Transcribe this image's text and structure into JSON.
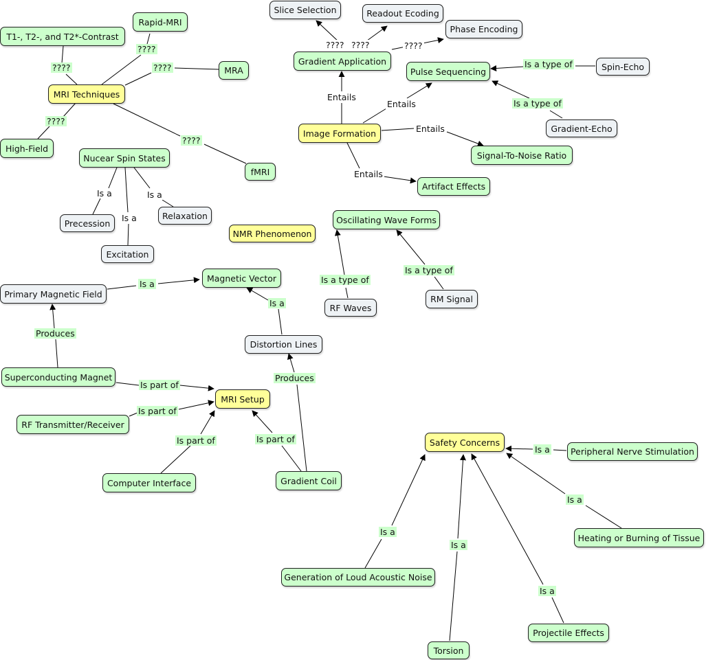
{
  "nodes": {
    "t1t2": "T1-, T2-, and T2*-Contrast",
    "rapid_mri": "Rapid-MRI",
    "mra": "MRA",
    "mri_techniques": "MRI Techniques",
    "high_field": "High-Field",
    "fmri": "fMRI",
    "nuclear_spin": "Nucear Spin States",
    "precession": "Precession",
    "relaxation": "Relaxation",
    "excitation": "Excitation",
    "nmr": "NMR Phenomenon",
    "slice_selection": "Slice Selection",
    "readout": "Readout Ecoding",
    "phase_encoding": "Phase Encoding",
    "gradient_app": "Gradient Application",
    "pulse_seq": "Pulse Sequencing",
    "spin_echo": "Spin-Echo",
    "gradient_echo": "Gradient-Echo",
    "image_formation": "Image Formation",
    "snr": "Signal-To-Noise Ratio",
    "artifact": "Artifact Effects",
    "oscillating": "Oscillating Wave Forms",
    "rf_waves": "RF Waves",
    "rm_signal": "RM Signal",
    "primary_field": "Primary Magnetic Field",
    "magnetic_vector": "Magnetic Vector",
    "distortion": "Distortion Lines",
    "superconducting": "Superconducting Magnet",
    "mri_setup": "MRI Setup",
    "rf_tx": "RF Transmitter/Receiver",
    "computer": "Computer Interface",
    "gradient_coil": "Gradient Coil",
    "safety": "Safety Concerns",
    "peripheral": "Peripheral Nerve Stimulation",
    "heating": "Heating or Burning of Tissue",
    "loud_noise": "Generation of Loud Acoustic Noise",
    "torsion": "Torsion",
    "projectile": "Projectile Effects"
  },
  "links": {
    "q1": "????",
    "q2": "????",
    "q3": "????",
    "q4": "????",
    "q5": "????",
    "q6": "????",
    "q7": "????",
    "q8": "????",
    "entails1": "Entails",
    "entails2": "Entails",
    "entails3": "Entails",
    "entails4": "Entails",
    "typeof_spin": "Is a type of",
    "typeof_grad": "Is a type of",
    "typeof_rf": "Is a type of",
    "typeof_rm": "Is a type of",
    "isa_prec": "Is a",
    "isa_exc": "Is a",
    "isa_rel": "Is a",
    "isa_pmf": "Is a",
    "isa_dist": "Is a",
    "produces1": "Produces",
    "produces2": "Produces",
    "partof1": "Is part of",
    "partof2": "Is part of",
    "partof3": "Is part of",
    "partof4": "Is part of",
    "isa_pns": "Is a",
    "isa_heat": "Is a",
    "isa_noise": "Is a",
    "isa_tors": "Is a",
    "isa_proj": "Is a"
  }
}
